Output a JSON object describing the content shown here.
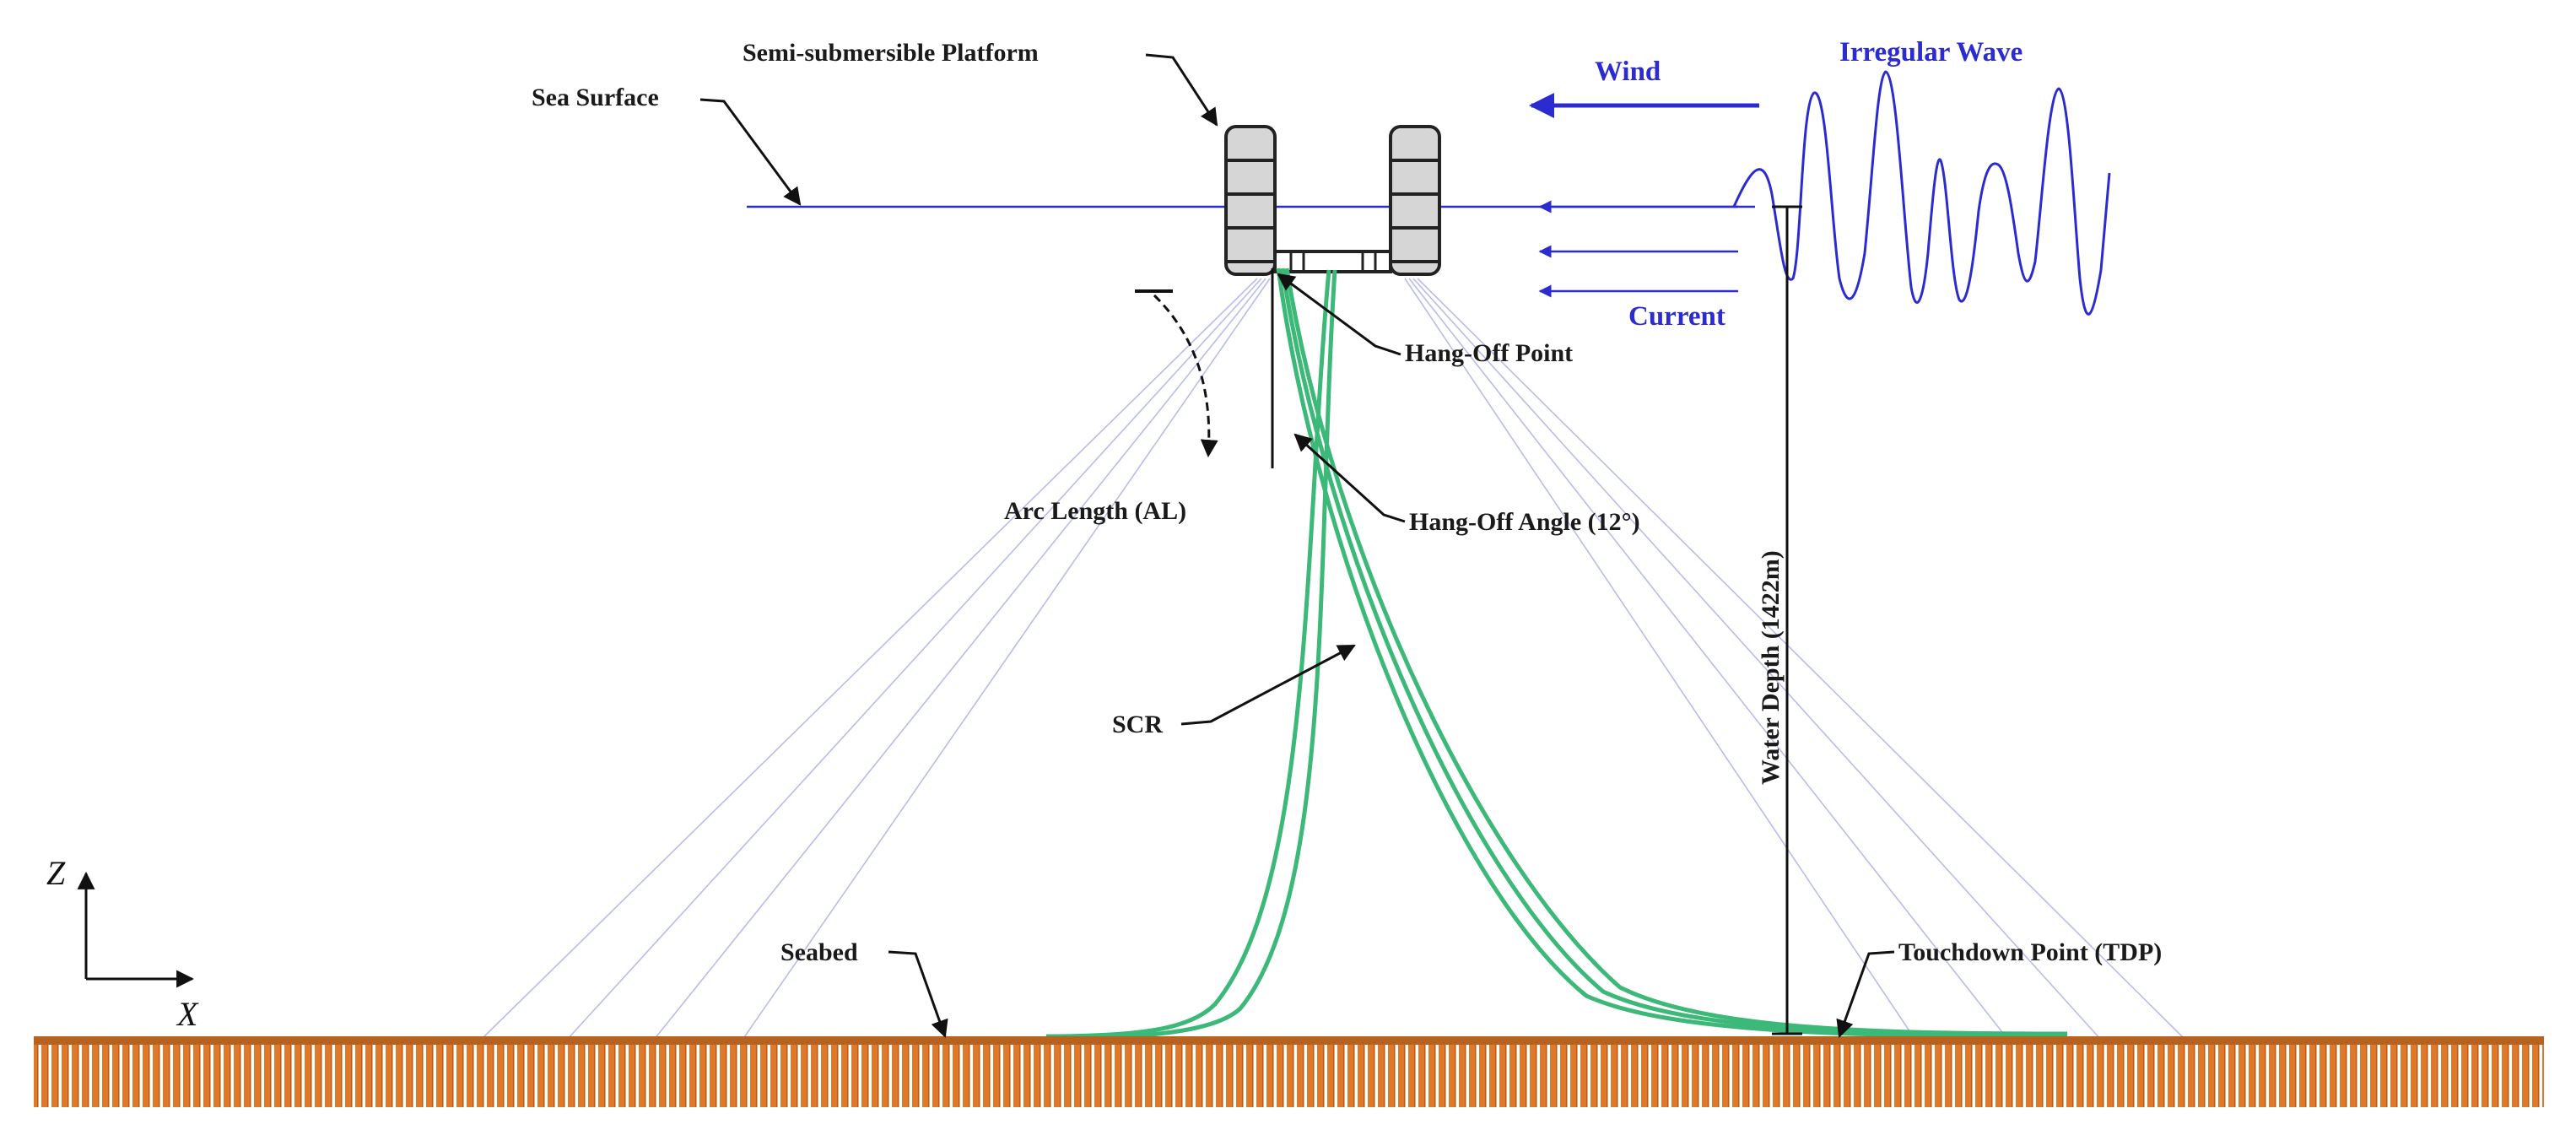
{
  "labels": {
    "platform": "Semi-submersible Platform",
    "sea_surface": "Sea Surface",
    "wind": "Wind",
    "irregular_wave": "Irregular Wave",
    "current": "Current",
    "hang_off_point": "Hang-Off Point",
    "arc_length": "Arc Length (AL)",
    "hang_off_angle": "Hang-Off Angle (12°)",
    "water_depth": "Water Depth (1422m)",
    "scr": "SCR",
    "seabed": "Seabed",
    "tdp": "Touchdown Point (TDP)",
    "axis_z": "Z",
    "axis_x": "X"
  },
  "colors": {
    "text": "#1a1a1a",
    "environment_blue": "#2b2bd0",
    "riser_green": "#3cb878",
    "mooring_line": "#b8bce8",
    "seabed_orange": "#e07a2a",
    "seabed_dark": "#8a4a1a"
  }
}
